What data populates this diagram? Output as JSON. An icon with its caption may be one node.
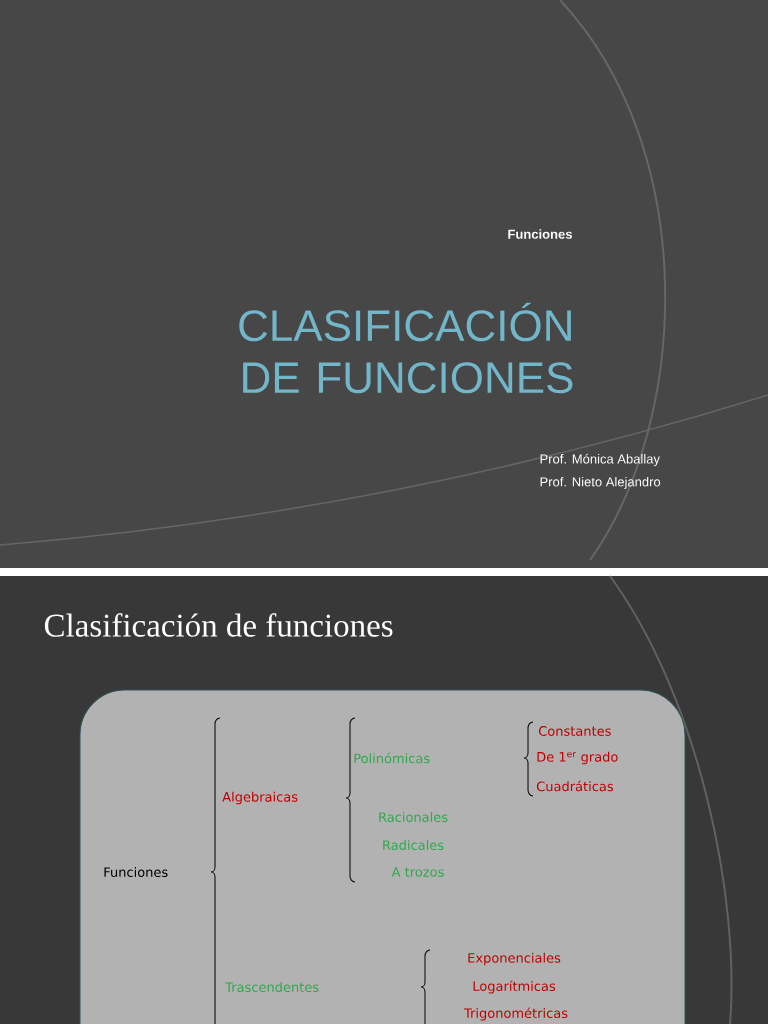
{
  "diagram": {
    "title": "Clasificación de funciones",
    "nodes": [
      {
        "text": [
          "Funciones",
          "Algebraicas",
          "Polinómicas",
          "Constantes",
          "De 1$^{er}$ grado",
          "Cuadráticas",
          "Racionales",
          "Radicales",
          "A trozos",
          "Trascendentes",
          "Exponenciales",
          "Logarítmicas",
          "Trigonométricas"
        ]
      }
    ],
    "labels": [
      "Funciones",
      "CLASIFICACIÓN DE FUNCIONES",
      "Prof. Mónica Aballay",
      "Prof. Nieto Alejandro"
    ]
  }
}
